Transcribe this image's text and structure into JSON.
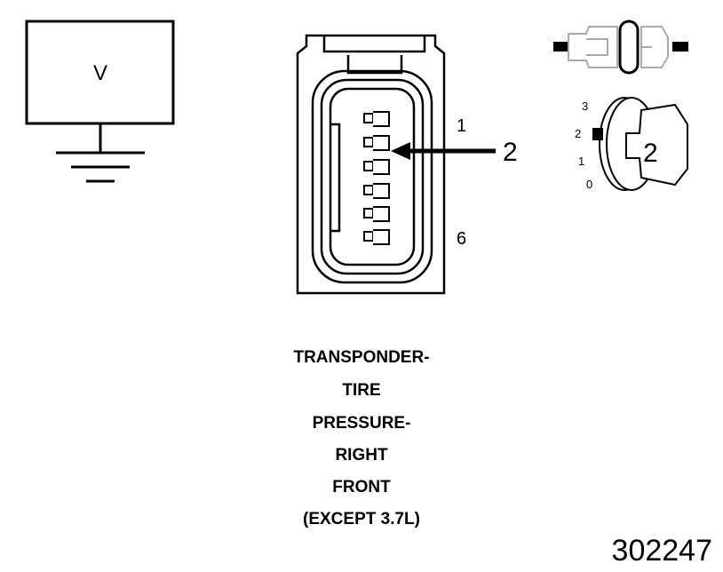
{
  "voltmeter": {
    "symbol": "V"
  },
  "connector": {
    "pin_first": "1",
    "pin_last": "6",
    "callout": "2"
  },
  "ignition": {
    "positions": [
      "3",
      "2",
      "1",
      "0"
    ],
    "key_label": "2"
  },
  "caption": {
    "lines": [
      "TRANSPONDER-",
      "TIRE",
      "PRESSURE-",
      "RIGHT",
      "FRONT",
      "(EXCEPT 3.7L)"
    ]
  },
  "figure_id": "302247"
}
